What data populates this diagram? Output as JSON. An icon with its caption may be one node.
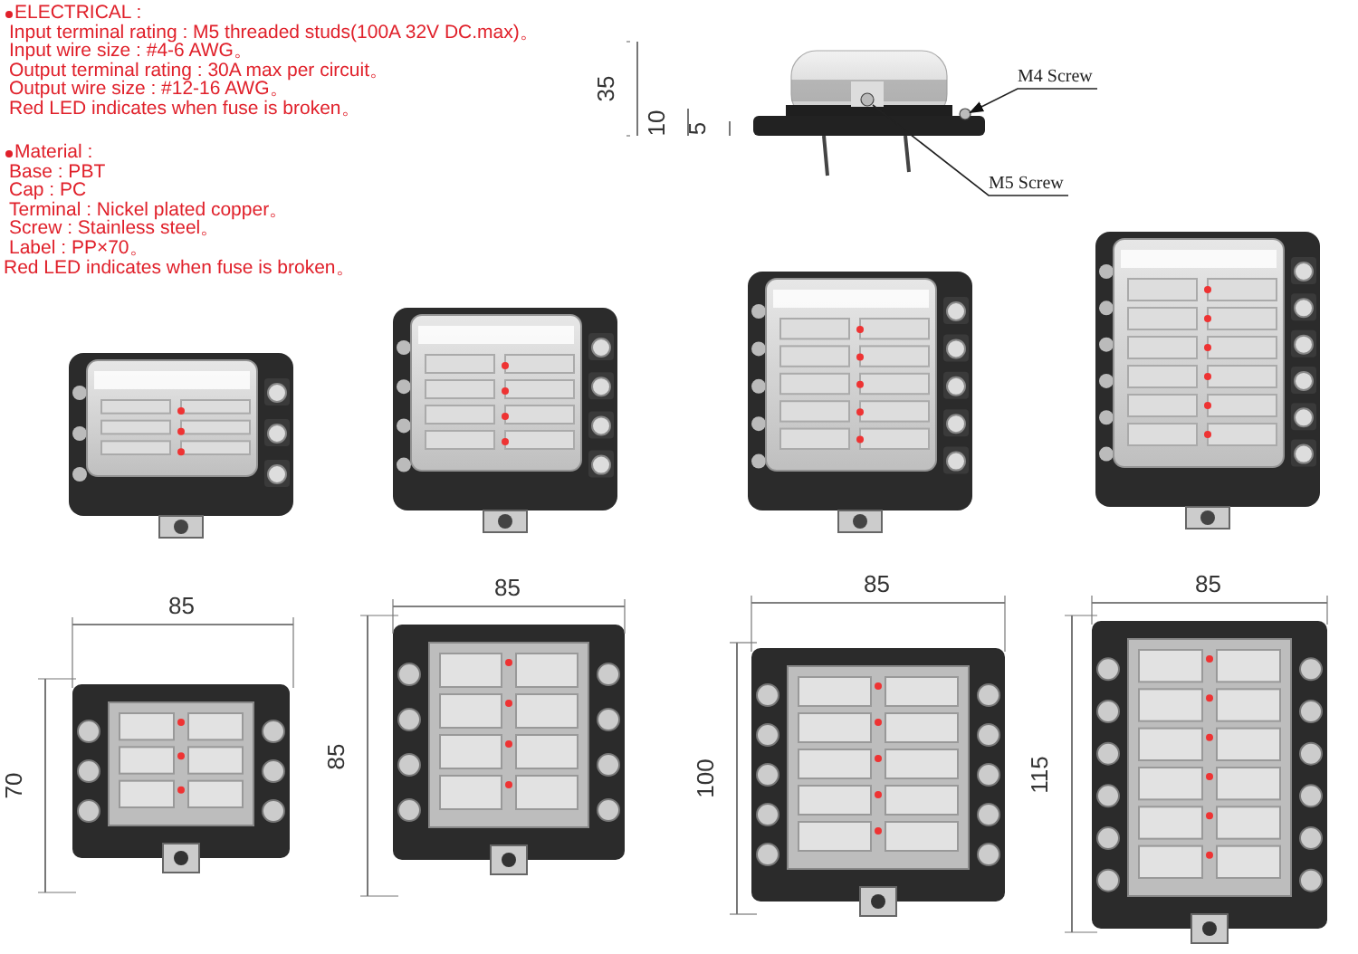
{
  "diagram": {
    "nodes": [
      {
        "text": [
          "M4 Screw"
        ]
      },
      {
        "text": [],
        "shape": "circle"
      },
      {
        "text": [
          "M5 Screw"
        ]
      },
      {
        "text": [],
        "shape": "circle"
      }
    ],
    "edges": [
      {
        "from": 0,
        "to": 1,
        "arrow": "to"
      },
      {
        "from": 2,
        "to": 3,
        "arrow": "none"
      }
    ],
    "labels": [
      "ELECTRICAL :",
      "Input terminal rating : M5 threaded studs(100A 32V DC.max)。",
      "Input wire size : #4-6 AWG。",
      "Output terminal rating : 30A max per circuit。",
      "Output wire size : #12-16 AWG。",
      "Red LED indicates when fuse is broken。",
      "Material :",
      "Base : PBT",
      "Cap : PC",
      "Terminal : Nickel plated copper。",
      "Screw : Stainless steel。",
      "Label : PP×70。",
      "Red LED indicates when fuse is broken。",
      "35",
      "10",
      "5",
      "85",
      "70",
      "85",
      "85",
      "85",
      "100",
      "85",
      "115"
    ]
  }
}
